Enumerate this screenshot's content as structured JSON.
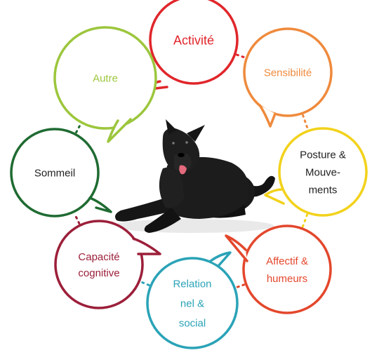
{
  "diagram": {
    "colors": {
      "activite": "#e0262b",
      "sensibilite": "#ef8a3c",
      "posture": "#f2d21b",
      "affectif": "#e3472c",
      "relation": "#2aa3b7",
      "capacite": "#9c1f3a",
      "sommeil": "#1f6b32",
      "autre": "#9cc63c"
    },
    "bubbles": [
      {
        "id": "activite",
        "lines": [
          "Activité"
        ]
      },
      {
        "id": "sensibilite",
        "lines": [
          "Sensibilité"
        ]
      },
      {
        "id": "posture",
        "lines": [
          "Posture &",
          "Mouve-",
          "ments"
        ]
      },
      {
        "id": "affectif",
        "lines": [
          "Affectif &",
          "humeurs"
        ]
      },
      {
        "id": "relation",
        "lines": [
          "Relation",
          "nel &",
          "social"
        ]
      },
      {
        "id": "capacite",
        "lines": [
          "Capacité",
          "cognitive"
        ]
      },
      {
        "id": "sommeil",
        "lines": [
          "Sommeil"
        ]
      },
      {
        "id": "autre",
        "lines": [
          "Autre"
        ]
      }
    ],
    "center_icon": "lying-black-dog-icon"
  }
}
